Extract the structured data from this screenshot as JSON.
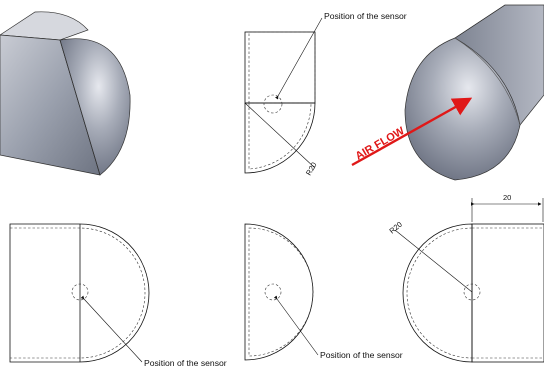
{
  "labels": {
    "sensor_top": "Position of the sensor",
    "sensor_bottom_left": "Position of the sensor",
    "sensor_bottom_mid": "Position of the sensor"
  },
  "dimensions": {
    "radius_top": "R20",
    "radius_bottom_right": "R20",
    "length_bottom_right": "20"
  },
  "annotation": {
    "air_flow": "AIR FLOW",
    "air_flow_color": "#e01818"
  },
  "model_color": "#8f95a3"
}
